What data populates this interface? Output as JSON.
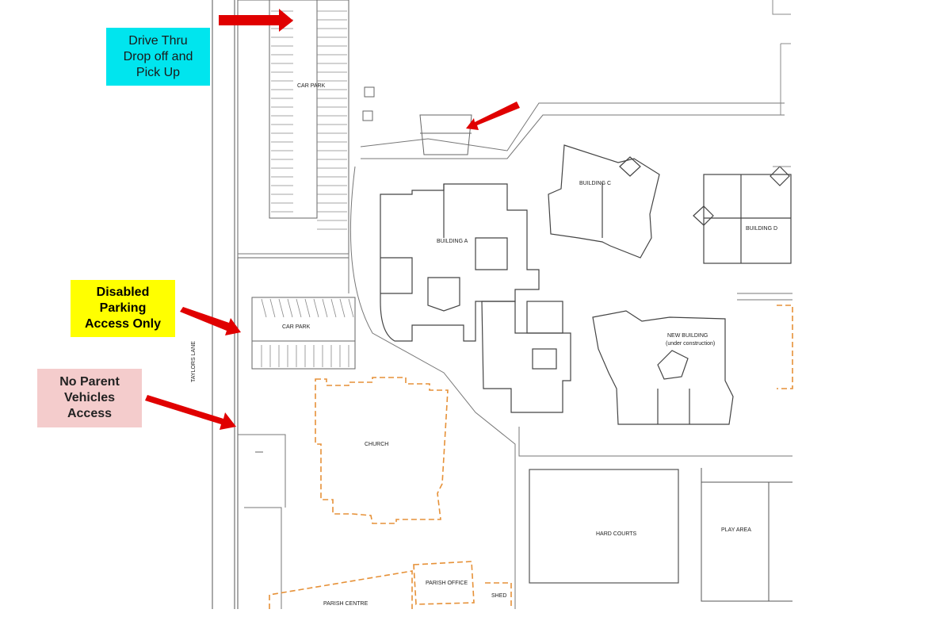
{
  "colors": {
    "drive_thru_bg": "#00e5ee",
    "disabled_bg": "#ffff00",
    "no_parent_bg": "#f4cccc",
    "arrow": "#e00000",
    "church_outline": "#e69138",
    "plan_line": "#555555"
  },
  "callouts": {
    "drive_thru": {
      "lines": [
        "Drive Thru",
        "Drop off and",
        "Pick Up"
      ]
    },
    "disabled": {
      "lines": [
        "Disabled",
        "Parking",
        "Access Only"
      ]
    },
    "no_parent": {
      "lines": [
        "No Parent",
        "Vehicles",
        "Access"
      ]
    }
  },
  "labels": {
    "car_park_top": "CAR PARK",
    "car_park_mid": "CAR PARK",
    "taylors_lane": "TAYLORS LANE",
    "building_a": "BUILDING A",
    "building_c": "BUILDING C",
    "building_d": "BUILDING D",
    "new_building": "NEW BUILDING",
    "under_construction": "(under construction)",
    "church": "CHURCH",
    "hard_courts": "HARD COURTS",
    "play_area": "PLAY AREA",
    "parish_office": "PARISH OFFICE",
    "parish_centre": "PARISH CENTRE",
    "shed": "SHED"
  }
}
